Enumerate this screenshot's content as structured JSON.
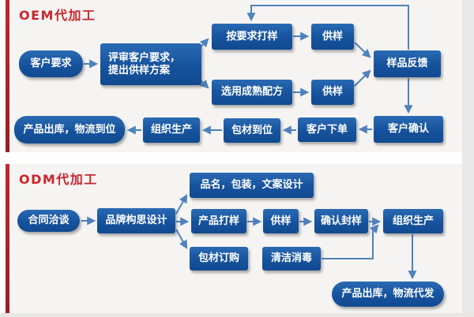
{
  "colors": {
    "box_blue": "#16529d",
    "arrow_blue": "#4f81bd",
    "title_red": "#c9252c",
    "red_bar": "#b2252a",
    "section_bg": "#f5f4f2"
  },
  "oem": {
    "title": "OEM代加工",
    "nodes": {
      "customer_request": "客户要求",
      "review_line1": "评审客户要求，",
      "review_line2": "提出供样方案",
      "sample_by_request": "按要求打样",
      "supply_sample_1": "供样",
      "mature_formula": "选用成熟配方",
      "supply_sample_2": "供样",
      "sample_feedback": "样品反馈",
      "customer_confirm": "客户确认",
      "customer_order": "客户下单",
      "packaging_ready": "包材到位",
      "organize_production": "组织生产",
      "outbound": "产品出库，物流到位"
    }
  },
  "odm": {
    "title": "ODM代加工",
    "nodes": {
      "contract": "合同洽谈",
      "brand_design": "品牌构思设计",
      "naming_packaging": "品名，包装，文案设计",
      "product_sampling": "产品打样",
      "supply_sample": "供样",
      "confirm_seal": "确认封样",
      "organize_production": "组织生产",
      "packaging_order": "包材订购",
      "cleaning": "清洁消毒",
      "outbound": "产品出库，物流代发"
    }
  }
}
